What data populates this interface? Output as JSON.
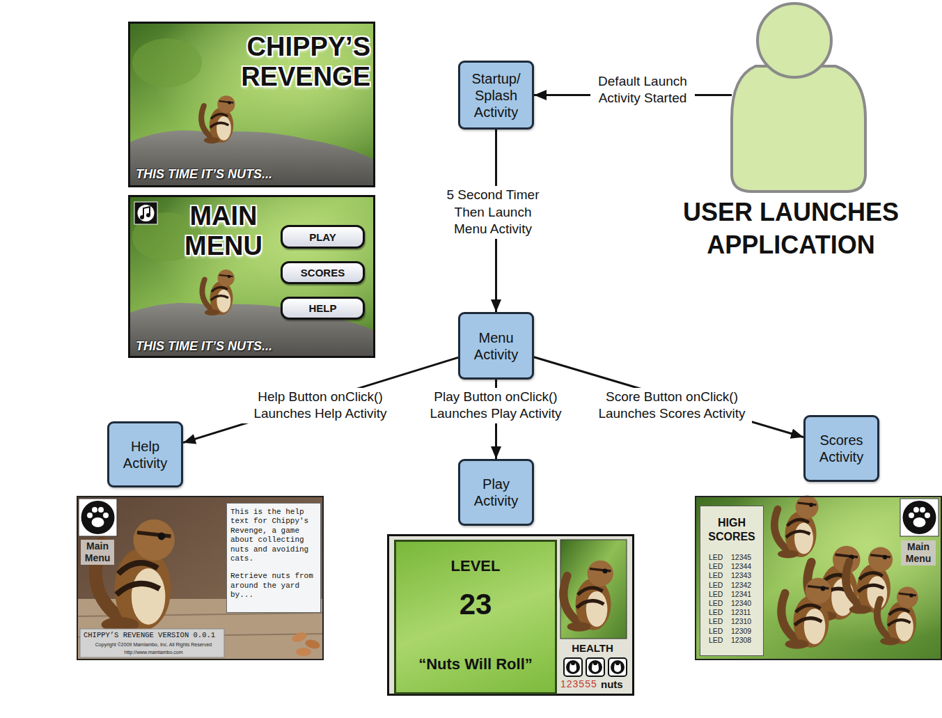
{
  "diagram": {
    "nodes": [
      {
        "text": [
          "CHIPPY’S REVENGE",
          "THIS TIME IT’S NUTS..."
        ]
      },
      {
        "text": [
          "Startup/ Splash Activity"
        ]
      },
      {
        "text": [
          "USER LAUNCHES APPLICATION"
        ]
      },
      {
        "text": [
          "MAIN MENU",
          "THIS TIME IT’S NUTS..."
        ]
      },
      {
        "text": [
          "PLAY"
        ],
        "in": 3
      },
      {
        "text": [
          "SCORES"
        ],
        "in": 3
      },
      {
        "text": [
          "HELP"
        ],
        "in": 3
      },
      {
        "text": [
          "Menu Activity"
        ]
      },
      {
        "text": [
          "Help Activity"
        ]
      },
      {
        "text": [
          "Play Activity"
        ]
      },
      {
        "text": [
          "Scores Activity"
        ]
      },
      {
        "text": [
          "Main Menu",
          "CHIPPY’S REVENGE VERSION 0.0.1",
          "Copyright ©2009 Mamlambo, Inc. All Rights Reserved",
          "http://www.mamlambo.com"
        ]
      },
      {
        "text": [
          "This is the help text for Chippy's Revenge, a game about collecting nuts and avoiding cats.",
          "Retrieve nuts from around the yard by..."
        ],
        "in": 11
      },
      {
        "text": [
          "HEALTH",
          "123555",
          "nuts"
        ]
      },
      {
        "text": [
          "LEVEL",
          "23",
          "“Nuts Will Roll”"
        ],
        "in": 13
      },
      {
        "text": [
          "Main Menu"
        ]
      },
      {
        "text": [
          "HIGH SCORES",
          "LED",
          "12345",
          "LED",
          "12344",
          "LED",
          "12343",
          "LED",
          "12342",
          "LED",
          "12341",
          "LED",
          "12340",
          "LED",
          "12311",
          "LED",
          "12310",
          "LED",
          "12309",
          "LED",
          "12308"
        ],
        "in": 15
      }
    ],
    "edges": [
      {
        "from": 2,
        "to": 1,
        "arrow": "to",
        "label": "Default Launch Activity Started"
      },
      {
        "from": 1,
        "to": 7,
        "arrow": "to",
        "label": "5 Second Timer Then Launch Menu Activity"
      },
      {
        "from": 7,
        "to": 8,
        "arrow": "to",
        "label": "Help Button onClick() Launches Help Activity"
      },
      {
        "from": 7,
        "to": 9,
        "arrow": "to",
        "label": "Play Button onClick() Launches Play Activity"
      },
      {
        "from": 7,
        "to": 10,
        "arrow": "to",
        "label": "Score Button onClick() Launches Scores Activity"
      }
    ]
  }
}
